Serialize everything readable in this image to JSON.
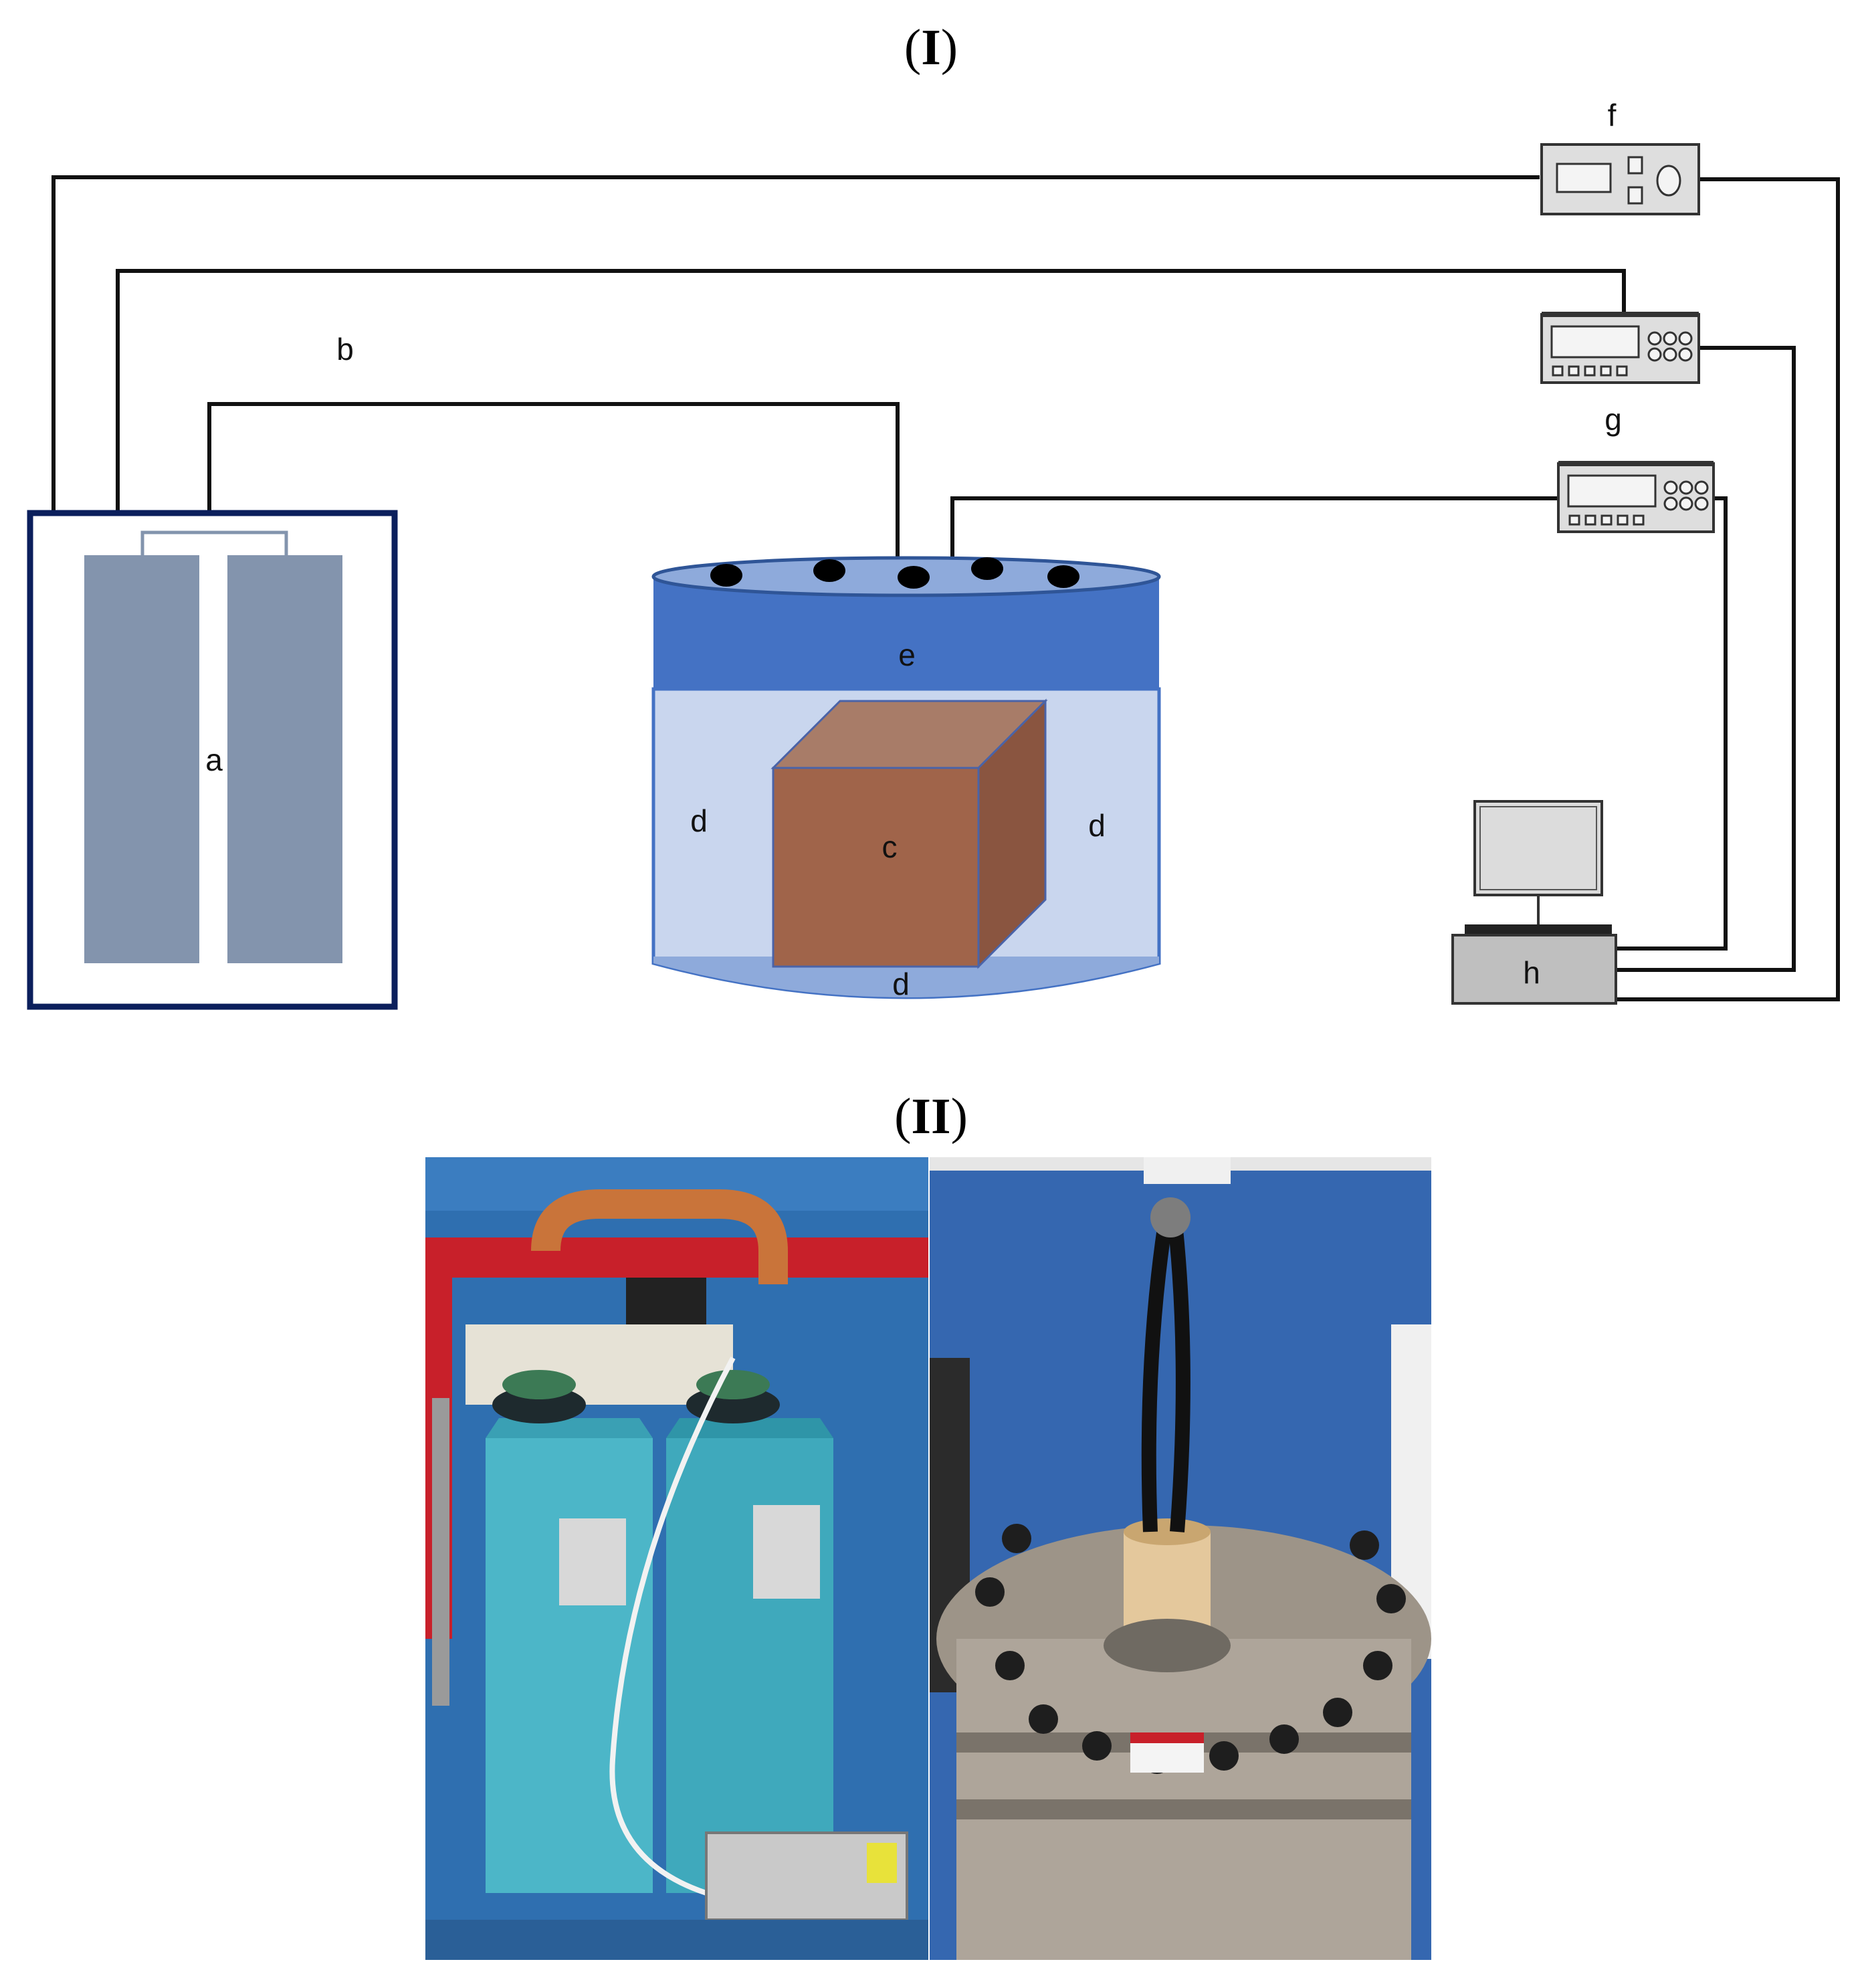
{
  "panel_titles": {
    "top": {
      "open": "(",
      "numeral": "I",
      "close": ")"
    },
    "bottom": {
      "open": "(",
      "numeral": "II",
      "close": ")"
    }
  },
  "labels": {
    "a": "a",
    "b": "b",
    "c": "c",
    "d_left": "d",
    "d_right": "d",
    "d_bottom": "d",
    "e": "e",
    "f": "f",
    "g": "g",
    "h": "h"
  },
  "colors": {
    "capacitor_frame": "#0b1f5c",
    "capacitor_plate": "#8394ad",
    "vessel_lid": "#4472c4",
    "vessel_liquid": "#c9d6ee",
    "vessel_bottom": "#8eaadb",
    "sample_cube": "#a0644a",
    "wire": "#111111",
    "instrument": "#dedede",
    "photo_panel_bg": "#2f6fb0"
  },
  "photos": {
    "left": {
      "subject": "capacitor-bank-photo"
    },
    "right": {
      "subject": "reactor-vessel-photo"
    }
  }
}
